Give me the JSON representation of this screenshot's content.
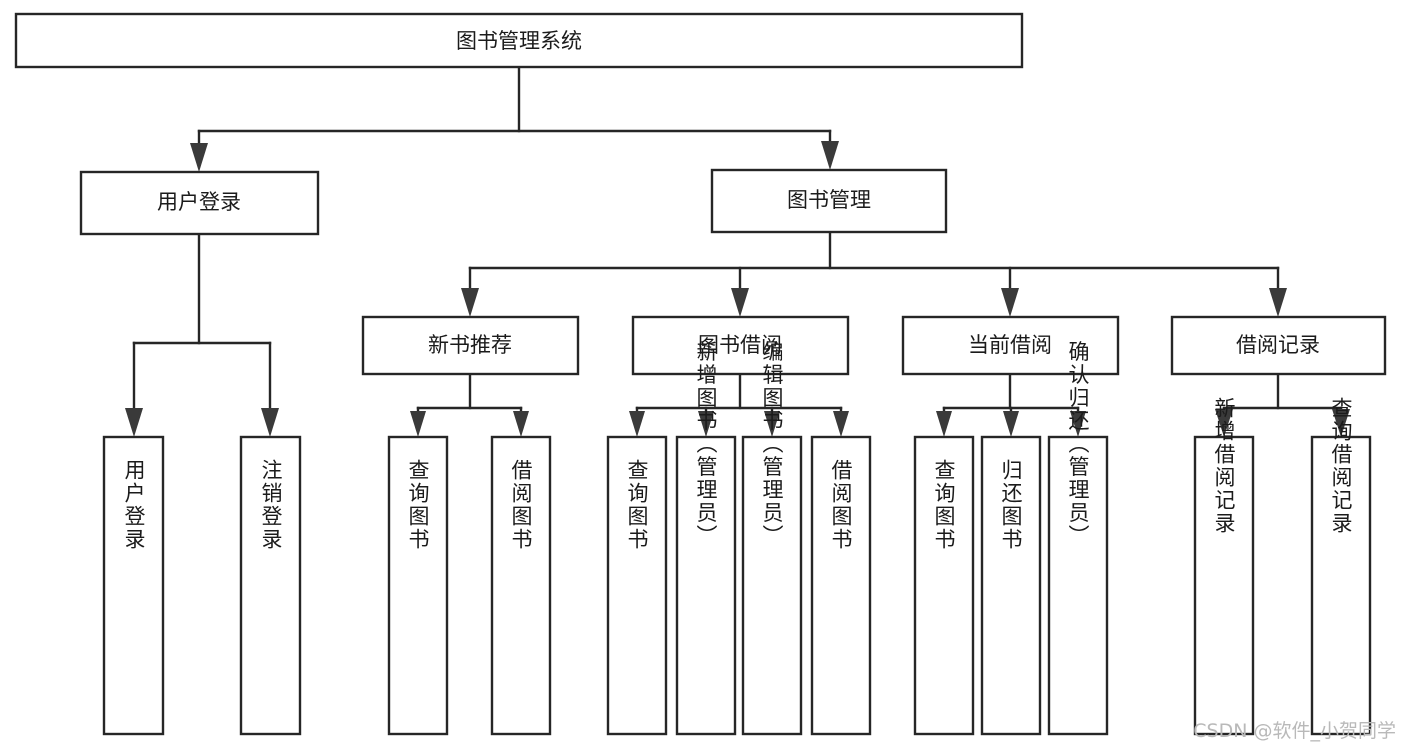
{
  "diagram": {
    "title": "图书管理系统",
    "type": "tree",
    "root": {
      "id": "root",
      "label": "图书管理系统",
      "orientation": "horizontal"
    },
    "level2": [
      {
        "id": "user-login",
        "label": "用户登录",
        "orientation": "horizontal"
      },
      {
        "id": "book-management",
        "label": "图书管理",
        "orientation": "horizontal"
      }
    ],
    "level3": [
      {
        "id": "new-book-recommend",
        "label": "新书推荐",
        "parent": "book-management",
        "orientation": "horizontal"
      },
      {
        "id": "book-borrow",
        "label": "图书借阅",
        "parent": "book-management",
        "orientation": "horizontal"
      },
      {
        "id": "current-borrow",
        "label": "当前借阅",
        "parent": "book-management",
        "orientation": "horizontal"
      },
      {
        "id": "borrow-record",
        "label": "借阅记录",
        "parent": "book-management",
        "orientation": "horizontal"
      }
    ],
    "leaves": [
      {
        "id": "leaf-user-login",
        "label": "用户登录",
        "parent": "user-login",
        "orientation": "vertical"
      },
      {
        "id": "leaf-user-logout",
        "label": "注销登录",
        "parent": "user-login",
        "orientation": "vertical"
      },
      {
        "id": "leaf-query-book-1",
        "label": "查询图书",
        "parent": "new-book-recommend",
        "orientation": "vertical"
      },
      {
        "id": "leaf-borrow-book-1",
        "label": "借阅图书",
        "parent": "new-book-recommend",
        "orientation": "vertical"
      },
      {
        "id": "leaf-query-book-2",
        "label": "查询图书",
        "parent": "book-borrow",
        "orientation": "vertical"
      },
      {
        "id": "leaf-add-book",
        "label": "新增图书（管理员）",
        "parent": "book-borrow",
        "orientation": "vertical"
      },
      {
        "id": "leaf-edit-book",
        "label": "编辑图书（管理员）",
        "parent": "book-borrow",
        "orientation": "vertical"
      },
      {
        "id": "leaf-borrow-book-2",
        "label": "借阅图书",
        "parent": "book-borrow",
        "orientation": "vertical"
      },
      {
        "id": "leaf-query-book-3",
        "label": "查询图书",
        "parent": "current-borrow",
        "orientation": "vertical"
      },
      {
        "id": "leaf-return-book",
        "label": "归还图书",
        "parent": "current-borrow",
        "orientation": "vertical"
      },
      {
        "id": "leaf-confirm-return",
        "label": "确认归还（管理员）",
        "parent": "current-borrow",
        "orientation": "vertical"
      },
      {
        "id": "leaf-add-record",
        "label": "新增借阅记录",
        "parent": "borrow-record",
        "orientation": "vertical"
      },
      {
        "id": "leaf-query-record",
        "label": "查询借阅记录",
        "parent": "borrow-record",
        "orientation": "vertical"
      }
    ]
  },
  "watermark": {
    "text": "CSDN @软件_小贺同学"
  },
  "colors": {
    "box_stroke": "#262626",
    "box_fill": "#ffffff",
    "text": "#1b1b1b",
    "arrow": "#3a3a3a",
    "watermark": "#b9b9b9",
    "background": "#ffffff"
  }
}
